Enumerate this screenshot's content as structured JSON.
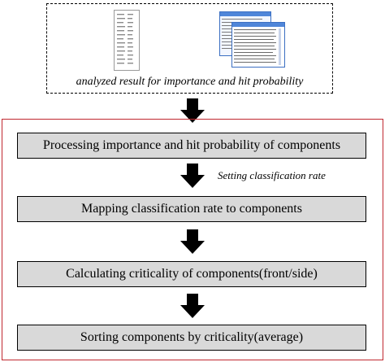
{
  "input": {
    "caption": "analyzed result for importance and hit probability"
  },
  "steps": [
    {
      "label": "Processing importance and hit probability of components"
    },
    {
      "label": "Mapping classification rate to components"
    },
    {
      "label": "Calculating criticality of components(front/side)"
    },
    {
      "label": "Sorting components by criticality(average)"
    }
  ],
  "side_note": "Setting classification rate",
  "colors": {
    "frame": "#c0282f",
    "step_fill": "#d9d9d9",
    "arrow": "#000000"
  }
}
